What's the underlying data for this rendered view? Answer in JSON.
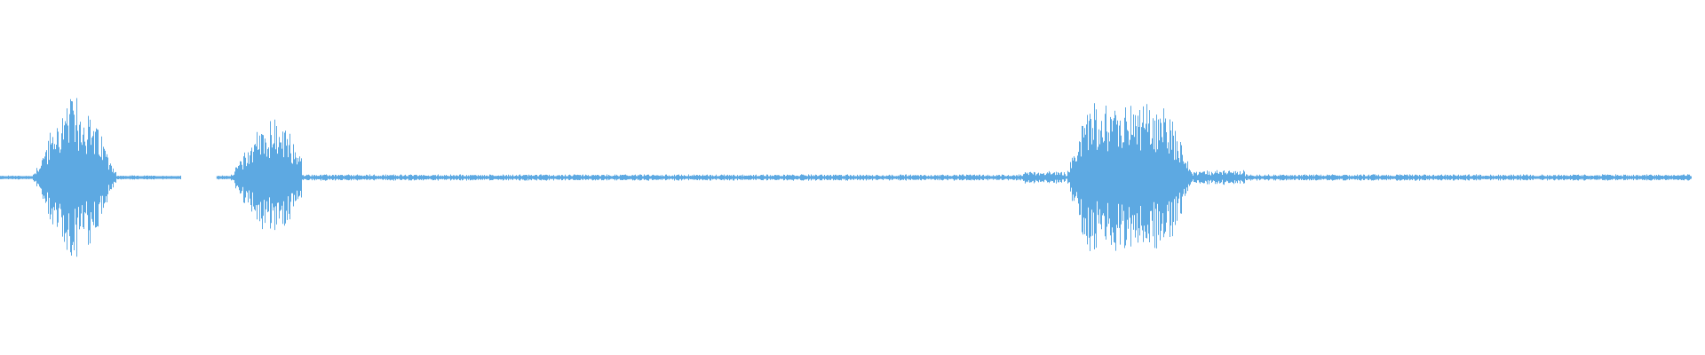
{
  "waveform": {
    "color": "#5DA9E2",
    "background": "#FFFFFF",
    "duration_fraction_visible": 1.0,
    "baseline_level": 0.012,
    "segments": [
      {
        "start": 0.0,
        "end": 0.017,
        "peak": 0.02
      },
      {
        "start": 0.017,
        "end": 0.068,
        "peak": 0.78,
        "shape": "burst",
        "center": 0.044
      },
      {
        "start": 0.068,
        "end": 0.106,
        "peak": 0.02
      },
      {
        "start": 0.106,
        "end": 0.127,
        "peak": 0.0,
        "shape": "silence"
      },
      {
        "start": 0.127,
        "end": 0.133,
        "peak": 0.02
      },
      {
        "start": 0.133,
        "end": 0.177,
        "peak": 0.56,
        "shape": "burst",
        "center": 0.159
      },
      {
        "start": 0.177,
        "end": 0.6,
        "peak": 0.03
      },
      {
        "start": 0.6,
        "end": 0.625,
        "peak": 0.06
      },
      {
        "start": 0.625,
        "end": 0.7,
        "peak": 0.85,
        "shape": "burst-wide",
        "center": 0.662
      },
      {
        "start": 0.7,
        "end": 0.73,
        "peak": 0.07
      },
      {
        "start": 0.73,
        "end": 0.992,
        "peak": 0.03
      }
    ]
  }
}
